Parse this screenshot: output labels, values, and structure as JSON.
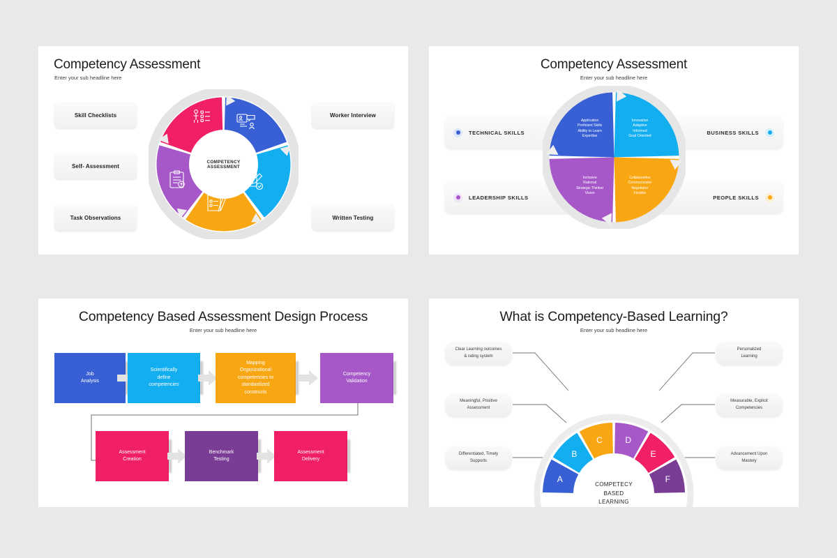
{
  "canvas": {
    "background": "#e9e9e9"
  },
  "palette": {
    "blue": "#3860d4",
    "cyan": "#12aef0",
    "orange": "#f9a613",
    "purple": "#a658c8",
    "pink": "#f01f66",
    "deep_purple": "#7a3d96",
    "magenta": "#f0186a",
    "ring": "#e9e9e9",
    "text_dark": "#1d1d1d",
    "connector": "#6f6f6f"
  },
  "slide1": {
    "title": "Competency Assessment",
    "subtitle": "Enter your sub headline here",
    "hub_line1": "COMPETENCY",
    "hub_line2": "ASSESSMENT",
    "left_labels": [
      {
        "label": "Skill Checklists"
      },
      {
        "label": "Self- Assessment"
      },
      {
        "label": "Task Observations"
      }
    ],
    "right_labels": [
      {
        "label": "Worker Interview"
      },
      {
        "label": "Written Testing"
      }
    ],
    "segments": [
      {
        "name": "blue-segment",
        "color": "#3860d4",
        "icon": "people-chart-icon"
      },
      {
        "name": "cyan-segment",
        "color": "#12aef0",
        "icon": "interview-screen-icon"
      },
      {
        "name": "orange-segment",
        "color": "#f9a613",
        "icon": "checklist-pen-icon"
      },
      {
        "name": "purple-segment",
        "color": "#a658c8",
        "icon": "document-pen-icon"
      },
      {
        "name": "pink-segment",
        "color": "#f01f66",
        "icon": "clipboard-icon"
      }
    ]
  },
  "slide2": {
    "title": "Competency Assessment",
    "subtitle": "Enter your sub headline here",
    "quadrants": [
      {
        "name": "technical-skills-quadrant",
        "color": "#3860d4",
        "items": [
          "Application",
          "Proficient Skills",
          "Ability to Learn",
          "Expertise"
        ]
      },
      {
        "name": "business-skills-quadrant",
        "color": "#12aef0",
        "items": [
          "Innovative",
          "Adaptive",
          "Informed",
          "Goal Oriented"
        ]
      },
      {
        "name": "people-skills-quadrant",
        "color": "#f9a613",
        "items": [
          "Collaborative",
          "Communicator",
          "Negotiator",
          "Flexible"
        ]
      },
      {
        "name": "leadership-skills-quadrant",
        "color": "#a658c8",
        "items": [
          "Inclusive",
          "Rational",
          "Strategic Thinker",
          "Vision"
        ]
      }
    ],
    "labels": [
      {
        "label": "TECHNICAL SKILLS",
        "color": "#3860d4",
        "side": "left"
      },
      {
        "label": "BUSINESS SKILLS",
        "color": "#12aef0",
        "side": "right"
      },
      {
        "label": "LEADERSHIP SKILLS",
        "color": "#a658c8",
        "side": "left"
      },
      {
        "label": "PEOPLE SKILLS",
        "color": "#f9a613",
        "side": "right"
      }
    ]
  },
  "slide3": {
    "title": "Competency Based Assessment Design Process",
    "subtitle": "Enter your sub headline here",
    "row1": [
      {
        "label": "Job\nAnalysis",
        "color": "#3860d4"
      },
      {
        "label": "Scientifically\ndefine\ncompetencies",
        "color": "#12aef0"
      },
      {
        "label": "Mapping\nOrganizational\ncompetencies to\nstandardized\nconstructs",
        "color": "#f9a613"
      },
      {
        "label": "Competency\nValidation",
        "color": "#a658c8"
      }
    ],
    "row2": [
      {
        "label": "Assessment\nCreation",
        "color": "#f01f66"
      },
      {
        "label": "Benchmark\nTesting",
        "color": "#7a3d96"
      },
      {
        "label": "Assessment\nDelivery",
        "color": "#f01f66"
      }
    ]
  },
  "slide4": {
    "title": "What is Competency-Based Learning?",
    "subtitle": "Enter your sub headline here",
    "hub_line1": "COMPETECY",
    "hub_line2": "BASED",
    "hub_line3": "LEARNING",
    "arcs": [
      {
        "letter": "A",
        "color": "#3860d4"
      },
      {
        "letter": "B",
        "color": "#12aef0"
      },
      {
        "letter": "C",
        "color": "#f9a613"
      },
      {
        "letter": "D",
        "color": "#a658c8"
      },
      {
        "letter": "E",
        "color": "#f01f66"
      },
      {
        "letter": "F",
        "color": "#7a3d96"
      }
    ],
    "left_labels": [
      {
        "line1": "Clear Learning outcomes",
        "line2": "& rating system"
      },
      {
        "line1": "Meaningful, Positive",
        "line2": "Assessment"
      },
      {
        "line1": "Differentiated, Timely",
        "line2": "Supports"
      }
    ],
    "right_labels": [
      {
        "line1": "Personalized",
        "line2": "Learning"
      },
      {
        "line1": "Measurable, Explicit",
        "line2": "Competencies"
      },
      {
        "line1": "Advancement Upon",
        "line2": "Mastery"
      }
    ]
  }
}
